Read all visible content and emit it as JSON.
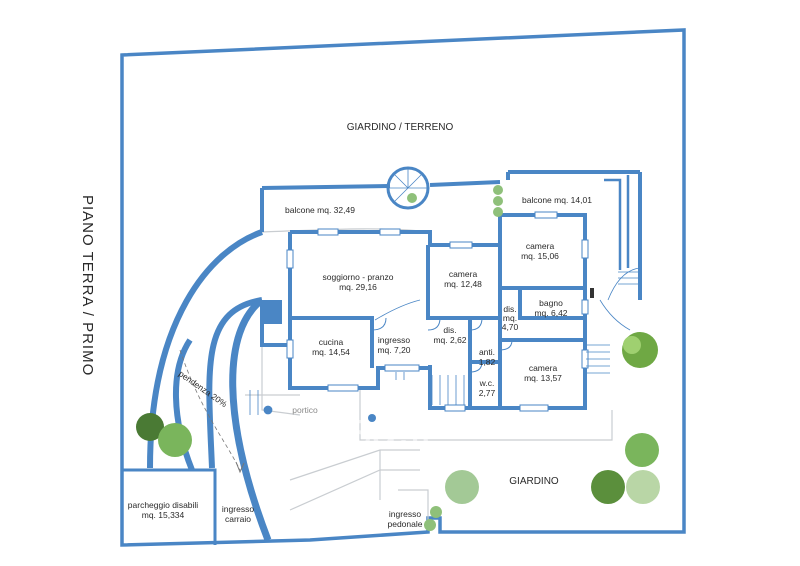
{
  "colors": {
    "wall": "#4a86c5",
    "ground_line": "#c9cdd1",
    "text": "#2a2a2a",
    "tree_dark": "#4a7a34",
    "tree_light": "#8fc07a"
  },
  "labels": {
    "side_title": "PIANO TERRA / PRIMO",
    "garden_top": "GIARDINO / TERRENO",
    "garden_bottom": "GIARDINO",
    "balcony_left": "balcone mq. 32,49",
    "balcony_right": "balcone mq. 14,01",
    "living": [
      "soggiorno - pranzo",
      "mq. 29,16"
    ],
    "camera_mid": [
      "camera",
      "mq. 12,48"
    ],
    "camera_top_right": [
      "camera",
      "mq. 15,06"
    ],
    "dis_right": [
      "dis.",
      "mq.",
      "4,70"
    ],
    "bagno": [
      "bagno",
      "mq. 6,42"
    ],
    "cucina": [
      "cucina",
      "mq. 14,54"
    ],
    "ingresso": [
      "ingresso",
      "mq. 7,20"
    ],
    "dis_center": [
      "dis.",
      "mq. 2,62"
    ],
    "anti": [
      "anti.",
      "1,82"
    ],
    "wc": [
      "w.c.",
      "2,77"
    ],
    "camera_bottom_right": [
      "camera",
      "mq. 13,57"
    ],
    "portico": "portico",
    "pendenza": "pendenza 20%",
    "parcheggio": [
      "parcheggio disabili",
      "mq. 15,334"
    ],
    "ingresso_carraio": [
      "ingresso",
      "carraio"
    ],
    "ingresso_pedonale": [
      "ingresso",
      "pedonale"
    ]
  },
  "watermark": "casa.it",
  "icons": [
    "stairs-icon",
    "tree-icon",
    "shrub-icon",
    "door-icon"
  ]
}
